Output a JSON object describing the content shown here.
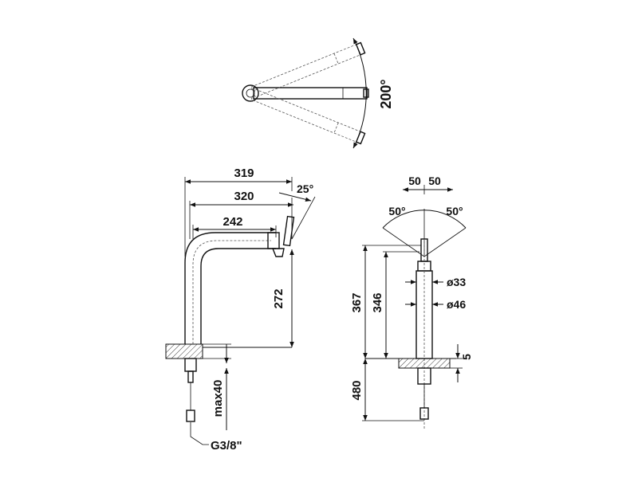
{
  "top_view": {
    "angle": "200°"
  },
  "side_view": {
    "dim_319": "319",
    "dim_320": "320",
    "dim_242": "242",
    "dim_272": "272",
    "angle_25": "25°",
    "dim_max40": "max40",
    "thread": "G3/8\""
  },
  "front_view": {
    "dim_50_left": "50",
    "dim_50_right": "50",
    "angle_50_left": "50°",
    "angle_50_right": "50°",
    "dim_367": "367",
    "dim_346": "346",
    "dim_480": "480",
    "dim_5": "5",
    "dia_33": "ø33",
    "dia_46": "ø46"
  },
  "colors": {
    "line": "#111111",
    "dashed": "#555555",
    "background": "#ffffff"
  }
}
